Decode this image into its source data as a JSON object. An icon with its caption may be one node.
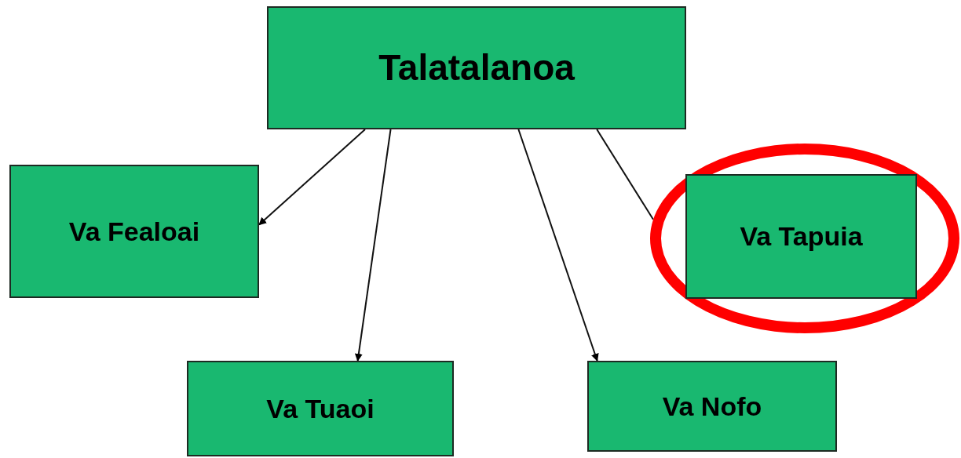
{
  "diagram": {
    "nodes": [
      {
        "text": [
          "Talatalanoa"
        ]
      },
      {
        "text": [
          "Va Fealoai"
        ]
      },
      {
        "text": [],
        "shape": "ellipse"
      },
      {
        "text": [
          "Va Tapuia"
        ],
        "in": 2
      },
      {
        "text": [
          "Va Tuaoi"
        ]
      },
      {
        "text": [
          "Va Nofo"
        ]
      }
    ],
    "edges": [
      {
        "from": 0,
        "to": 1,
        "arrow": "to"
      },
      {
        "from": 0,
        "to": 4,
        "arrow": "to"
      },
      {
        "from": 0,
        "to": 5,
        "arrow": "to"
      },
      {
        "from": 0,
        "to": 2,
        "arrow": "none"
      }
    ]
  }
}
